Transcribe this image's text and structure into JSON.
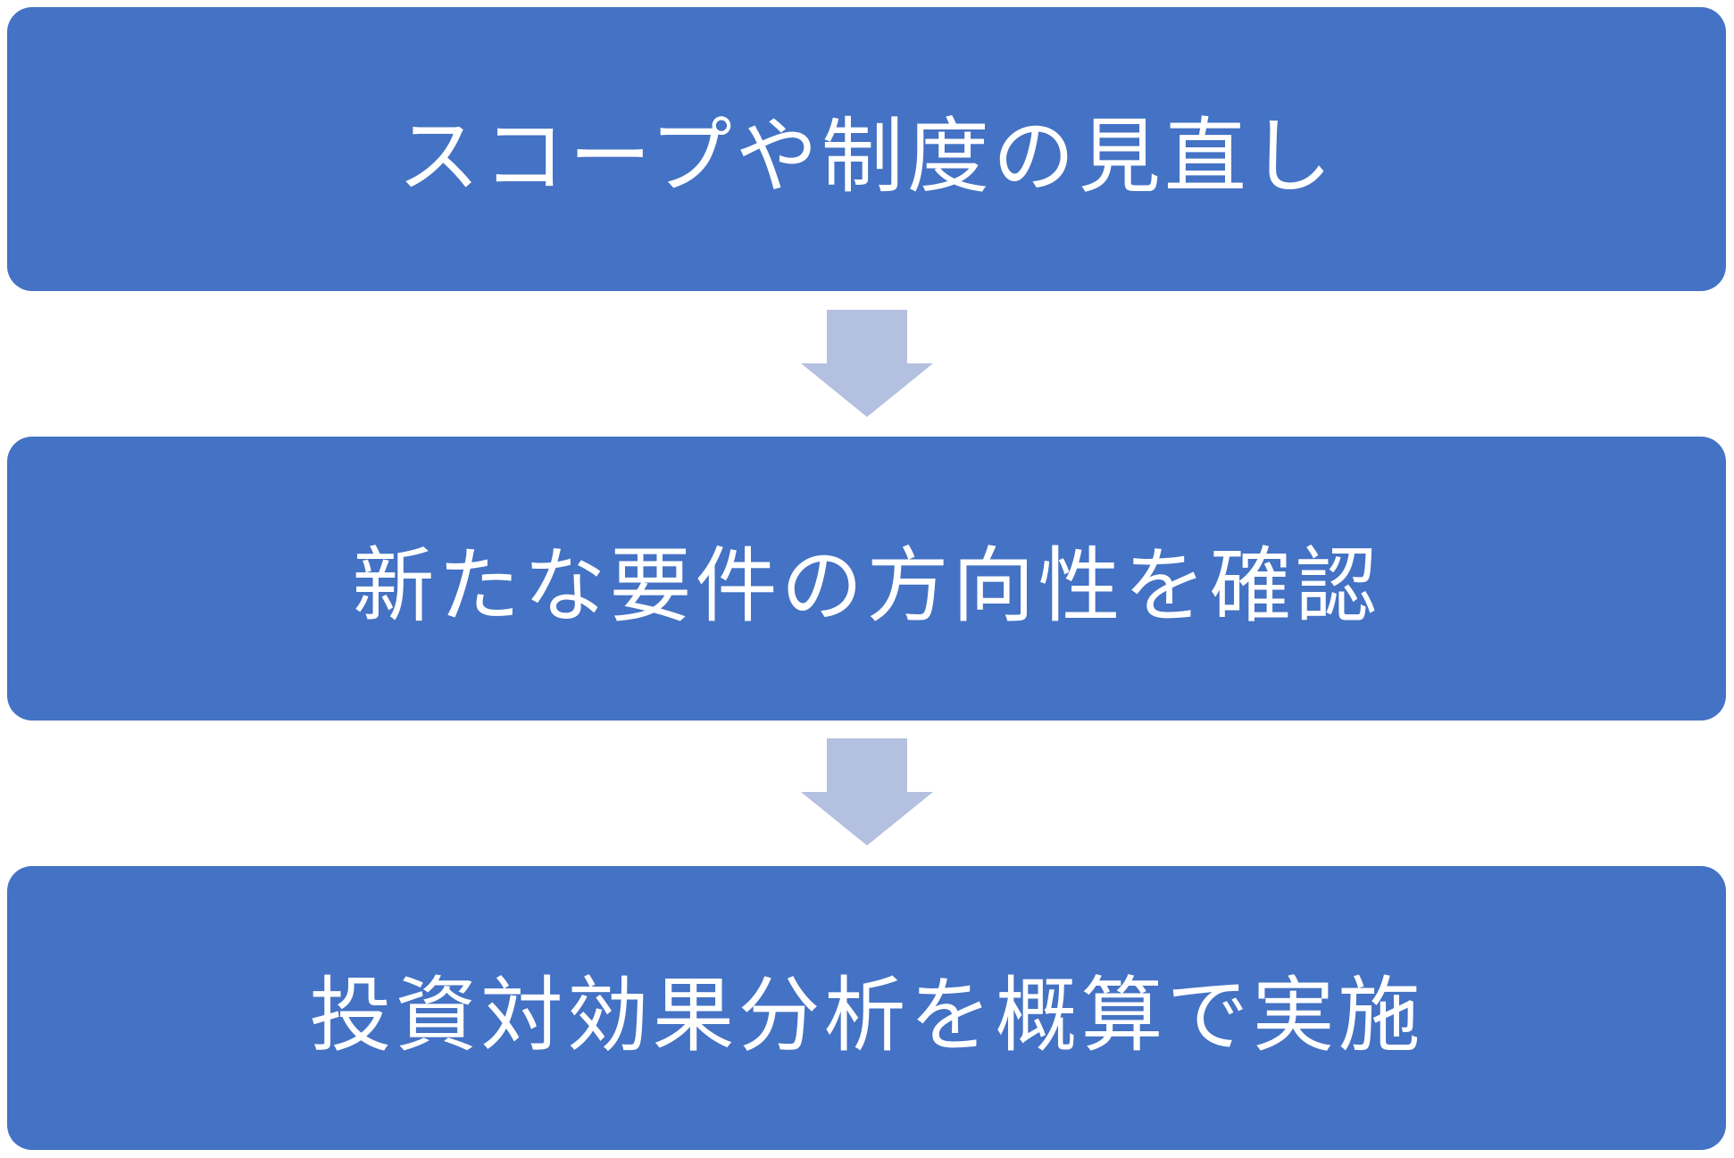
{
  "flow": {
    "steps": [
      {
        "label": "スコープや制度の見直し"
      },
      {
        "label": "新たな要件の方向性を確認"
      },
      {
        "label": "投資対効果分析を概算で実施"
      }
    ],
    "colors": {
      "box": "#4472c4",
      "arrow": "#b4c0e0",
      "text": "#ffffff"
    },
    "connector_icon": "down-arrow-icon"
  }
}
